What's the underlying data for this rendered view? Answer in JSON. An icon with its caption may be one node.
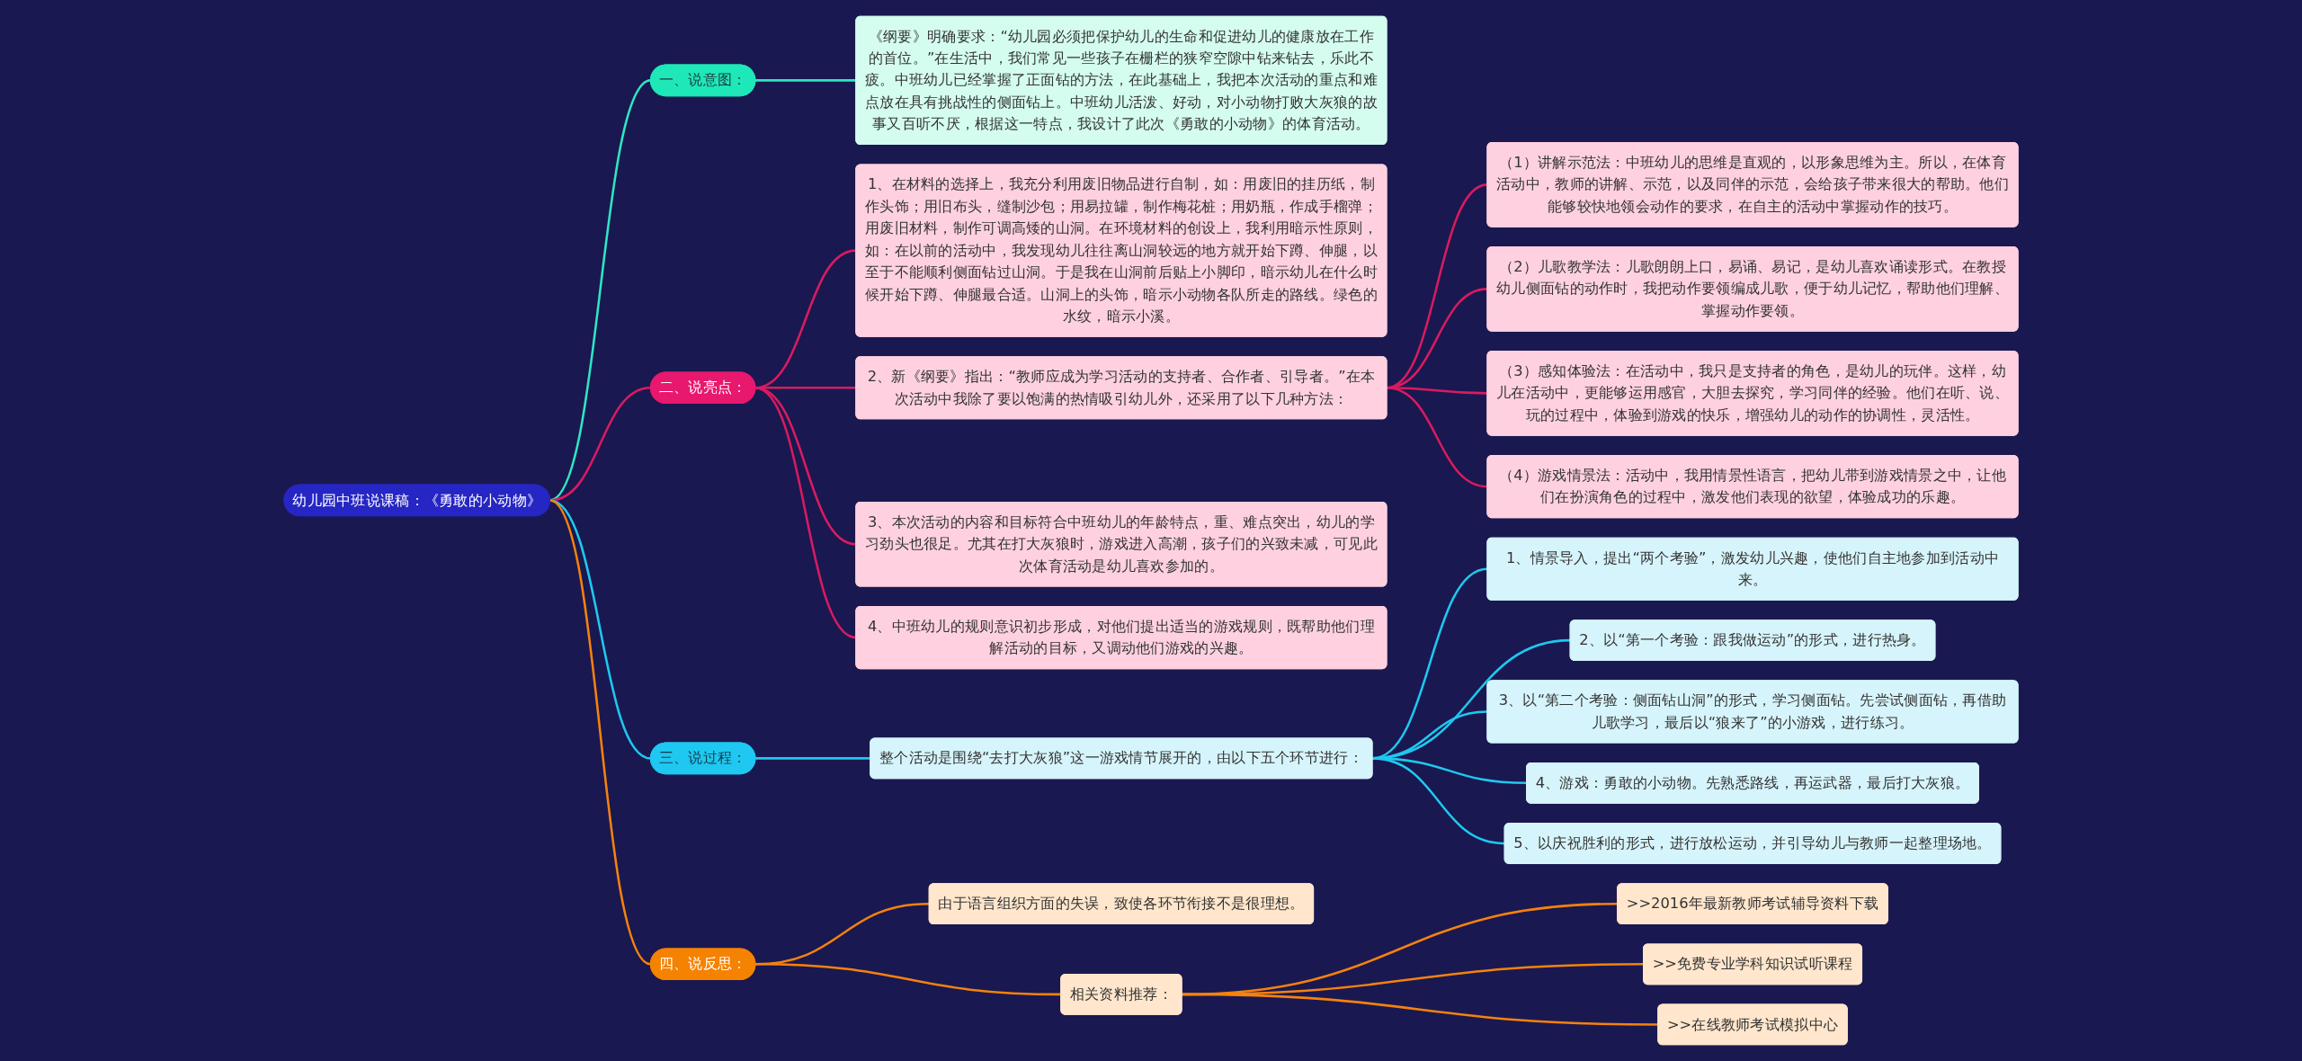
{
  "diagram": {
    "nodes": [
      {
        "text": [
          "幼儿园中班说课稿：《勇敢的小动物》"
        ]
      },
      {
        "text": [
          "一、说意图："
        ]
      },
      {
        "text": [
          "《纲要》明确要求：“幼儿园必须把保护幼儿的生命和促进幼儿的健康放在工作的首位。”在生活中，我们常见一些孩子在栅栏的狭窄空隙中钻来钻去，乐此不疲。中班幼儿已经掌握了正面钻的方法，在此基础上，我把本次活动的重点和难点放在具有挑战性的侧面钻上。中班幼儿活泼、好动，对小动物打败大灰狼的故事又百听不厌，根据这一特点，我设计了此次《勇敢的小动物》的体育活动。"
        ]
      },
      {
        "text": [
          "二、说亮点："
        ]
      },
      {
        "text": [
          "1、在材料的选择上，我充分利用废旧物品进行自制，如：用废旧的挂历纸，制作头饰；用旧布头，缝制沙包；用易拉罐，制作梅花桩；用奶瓶，作成手榴弹；用废旧材料，制作可调高矮的山洞。在环境材料的创设上，我利用暗示性原则，如：在以前的活动中，我发现幼儿往往离山洞较远的地方就开始下蹲、伸腿，以至于不能顺利侧面钻过山洞。于是我在山洞前后贴上小脚印，暗示幼儿在什么时候开始下蹲、伸腿最合适。山洞上的头饰，暗示小动物各队所走的路线。绿色的水纹，暗示小溪。"
        ]
      },
      {
        "text": [
          "2、新《纲要》指出：“教师应成为学习活动的支持者、合作者、引导者。”在本次活动中我除了要以饱满的热情吸引幼儿外，还采用了以下几种方法："
        ]
      },
      {
        "text": [
          "（1）讲解示范法：中班幼儿的思维是直观的，以形象思维为主。所以，在体育活动中，教师的讲解、示范，以及同伴的示范，会给孩子带来很大的帮助。他们能够较快地领会动作的要求，在自主的活动中掌握动作的技巧。"
        ]
      },
      {
        "text": [
          "（2）儿歌教学法：儿歌朗朗上口，易诵、易记，是幼儿喜欢诵读形式。在教授幼儿侧面钻的动作时，我把动作要领编成儿歌，便于幼儿记忆，帮助他们理解、掌握动作要领。"
        ]
      },
      {
        "text": [
          "（3）感知体验法：在活动中，我只是支持者的角色，是幼儿的玩伴。这样，幼儿在活动中，更能够运用感官，大胆去探究，学习同伴的经验。他们在听、说、玩的过程中，体验到游戏的快乐，增强幼儿的动作的协调性，灵活性。"
        ]
      },
      {
        "text": [
          "（4）游戏情景法：活动中，我用情景性语言，把幼儿带到游戏情景之中，让他们在扮演角色的过程中，激发他们表现的欲望，体验成功的乐趣。"
        ]
      },
      {
        "text": [
          "3、本次活动的内容和目标符合中班幼儿的年龄特点，重、难点突出，幼儿的学习劲头也很足。尤其在打大灰狼时，游戏进入高潮，孩子们的兴致未减，可见此次体育活动是幼儿喜欢参加的。"
        ]
      },
      {
        "text": [
          "4、中班幼儿的规则意识初步形成，对他们提出适当的游戏规则，既帮助他们理解活动的目标，又调动他们游戏的兴趣。"
        ]
      },
      {
        "text": [
          "三、说过程："
        ]
      },
      {
        "text": [
          "整个活动是围绕“去打大灰狼”这一游戏情节展开的，由以下五个环节进行："
        ]
      },
      {
        "text": [
          "1、情景导入，提出“两个考验”，激发幼儿兴趣，使他们自主地参加到活动中来。"
        ]
      },
      {
        "text": [
          "2、以“第一个考验：跟我做运动”的形式，进行热身。"
        ]
      },
      {
        "text": [
          "3、以“第二个考验：侧面钻山洞”的形式，学习侧面钻。先尝试侧面钻，再借助儿歌学习，最后以“狼来了”的小游戏，进行练习。"
        ]
      },
      {
        "text": [
          "4、游戏：勇敢的小动物。先熟悉路线，再运武器，最后打大灰狼。"
        ]
      },
      {
        "text": [
          "5、以庆祝胜利的形式，进行放松运动，并引导幼儿与教师一起整理场地。"
        ]
      },
      {
        "text": [
          "四、说反思："
        ]
      },
      {
        "text": [
          "由于语言组织方面的失误，致使各环节衔接不是很理想。"
        ]
      },
      {
        "text": [
          "相关资料推荐："
        ]
      },
      {
        "text": [
          ">>2016年最新教师考试辅导资料下载"
        ]
      },
      {
        "text": [
          ">>免费专业学科知识试听课程"
        ]
      },
      {
        "text": [
          ">>在线教师考试模拟中心"
        ]
      }
    ],
    "edges": [
      {
        "from": 0,
        "to": 1,
        "arrow": "none",
        "color": "#2ee6c4"
      },
      {
        "from": 1,
        "to": 2,
        "arrow": "none",
        "color": "#2ee6c4"
      },
      {
        "from": 0,
        "to": 3,
        "arrow": "none",
        "color": "#d81b60"
      },
      {
        "from": 3,
        "to": 4,
        "arrow": "none",
        "color": "#d81b60"
      },
      {
        "from": 3,
        "to": 5,
        "arrow": "none",
        "color": "#d81b60"
      },
      {
        "from": 5,
        "to": 6,
        "arrow": "none",
        "color": "#d81b60"
      },
      {
        "from": 5,
        "to": 7,
        "arrow": "none",
        "color": "#d81b60"
      },
      {
        "from": 5,
        "to": 8,
        "arrow": "none",
        "color": "#d81b60"
      },
      {
        "from": 5,
        "to": 9,
        "arrow": "none",
        "color": "#d81b60"
      },
      {
        "from": 3,
        "to": 10,
        "arrow": "none",
        "color": "#d81b60"
      },
      {
        "from": 3,
        "to": 11,
        "arrow": "none",
        "color": "#d81b60"
      },
      {
        "from": 0,
        "to": 12,
        "arrow": "none",
        "color": "#1ec8f0"
      },
      {
        "from": 12,
        "to": 13,
        "arrow": "none",
        "color": "#1ec8f0"
      },
      {
        "from": 13,
        "to": 14,
        "arrow": "none",
        "color": "#1ec8f0"
      },
      {
        "from": 13,
        "to": 15,
        "arrow": "none",
        "color": "#1ec8f0"
      },
      {
        "from": 13,
        "to": 16,
        "arrow": "none",
        "color": "#1ec8f0"
      },
      {
        "from": 13,
        "to": 17,
        "arrow": "none",
        "color": "#1ec8f0"
      },
      {
        "from": 13,
        "to": 18,
        "arrow": "none",
        "color": "#1ec8f0"
      },
      {
        "from": 0,
        "to": 19,
        "arrow": "none",
        "color": "#f5820d"
      },
      {
        "from": 19,
        "to": 20,
        "arrow": "none",
        "color": "#f5820d"
      },
      {
        "from": 19,
        "to": 21,
        "arrow": "none",
        "color": "#f5820d"
      },
      {
        "from": 21,
        "to": 22,
        "arrow": "none",
        "color": "#f5820d"
      },
      {
        "from": 21,
        "to": 23,
        "arrow": "none",
        "color": "#f5820d"
      },
      {
        "from": 21,
        "to": 24,
        "arrow": "none",
        "color": "#f5820d"
      }
    ]
  }
}
